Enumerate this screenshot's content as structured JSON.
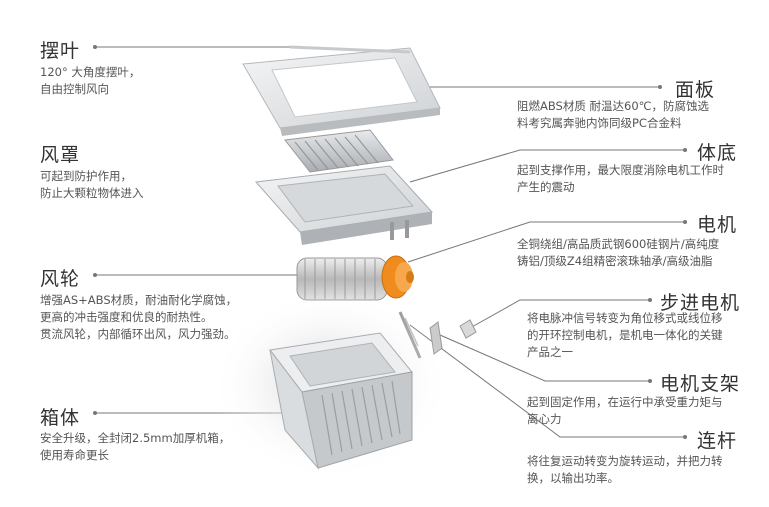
{
  "parts": {
    "swing": {
      "title": "摆叶",
      "desc": [
        "120° 大角度摆叶，",
        "自由控制风向"
      ]
    },
    "fan_cover": {
      "title": "风罩",
      "desc": [
        "可起到防护作用，",
        "防止大颗粒物体进入"
      ]
    },
    "wind_wheel": {
      "title": "风轮",
      "desc": [
        "增强AS+ABS材质，耐油耐化学腐蚀，",
        "更高的冲击强度和优良的耐热性。",
        "贯流风轮，内部循环出风，风力强劲。"
      ]
    },
    "box": {
      "title": "箱体",
      "desc": [
        "安全升级，全封闭2.5mm加厚机箱，",
        "使用寿命更长"
      ]
    },
    "panel": {
      "title": "面板",
      "desc": [
        "阻燃ABS材质    耐温达60℃，防腐蚀选",
        "料考究属奔驰内饰同级PC合金料"
      ]
    },
    "base": {
      "title": "体底",
      "desc": [
        "起到支撑作用，最大限度消除电机工作时",
        "产生的震动"
      ]
    },
    "motor": {
      "title": "电机",
      "desc": [
        "全铜绕组/高品质武钢600硅钢片/高纯度",
        "铸铝/顶级Z4组精密滚珠轴承/高级油脂"
      ]
    },
    "stepper": {
      "title": "步进电机",
      "desc": [
        "将电脉冲信号转变为角位移式或线位移",
        "的开环控制电机，是机电一体化的关键",
        "产品之一"
      ]
    },
    "bracket": {
      "title": "电机支架",
      "desc": [
        "起到固定作用，在运行中承受重力矩与",
        "离心力"
      ]
    },
    "rod": {
      "title": "连杆",
      "desc": [
        "将往复运动转变为旋转运动，并把力转",
        "换，以输出功率。"
      ]
    }
  },
  "colors": {
    "accent_orange": "#f08c1e",
    "line": "#777777",
    "text": "#444444"
  }
}
